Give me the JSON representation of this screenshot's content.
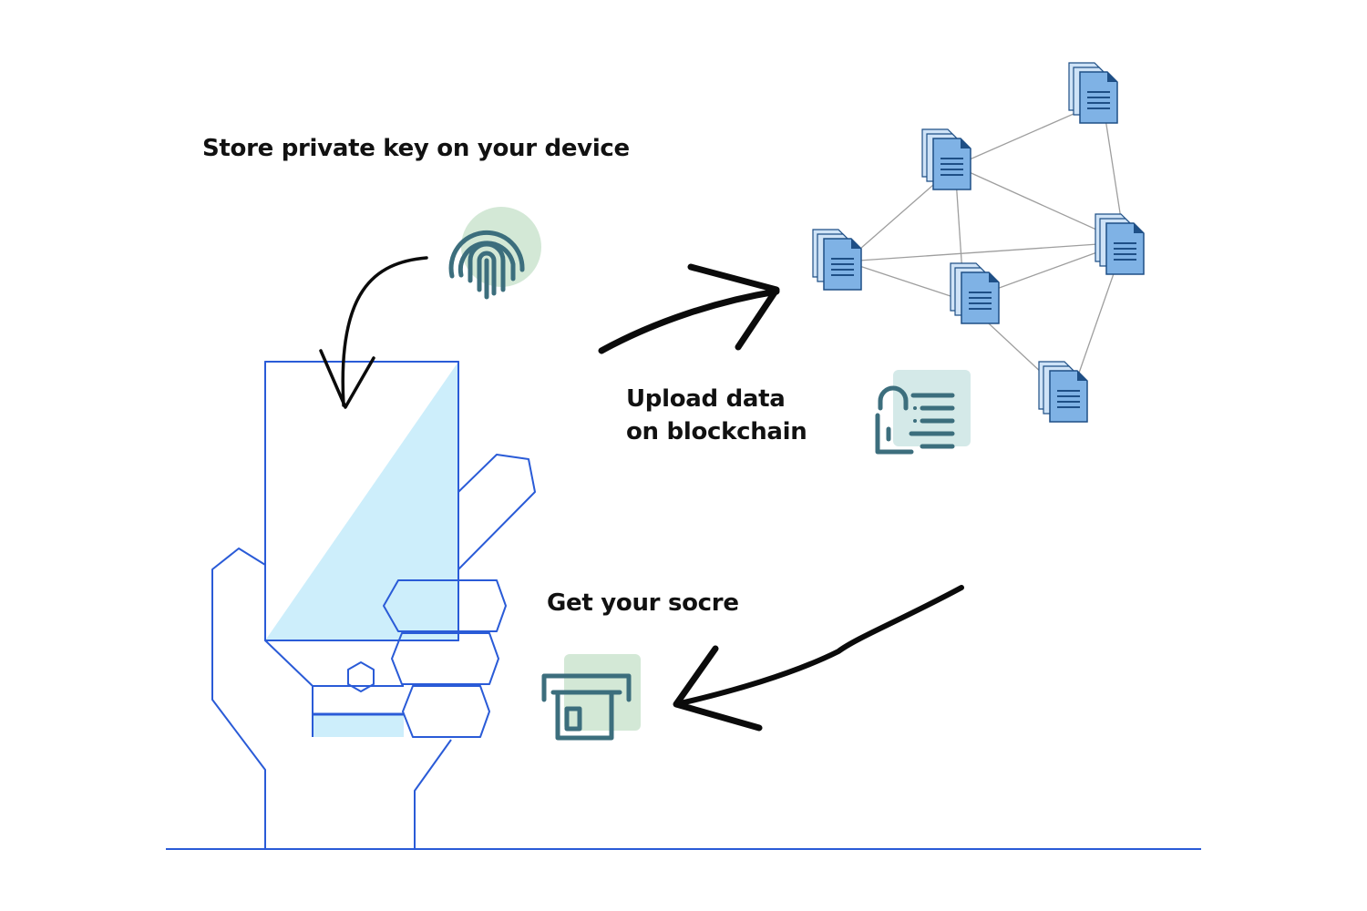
{
  "labels": {
    "store_key": "Store private key on your device",
    "upload_line1": "Upload data",
    "upload_line2": "on blockchain",
    "get_score": "Get your socre"
  },
  "icons": {
    "fingerprint": "fingerprint-icon",
    "locked_document": "locked-document-icon",
    "atm_card": "atm-card-icon",
    "document_node": "document-icon"
  },
  "colors": {
    "outline_blue": "#2a5bd7",
    "screen_fill": "#cdeefb",
    "icon_teal": "#3c6e7d",
    "bubble_green": "#d3e8d6",
    "bubble_teal": "#d4e9e8",
    "doc_fill": "#7fb2e5",
    "doc_back": "#cfe3f7",
    "doc_stroke": "#1e4f86",
    "network_line": "#9e9e9e",
    "arrow": "#0b0b0b"
  }
}
